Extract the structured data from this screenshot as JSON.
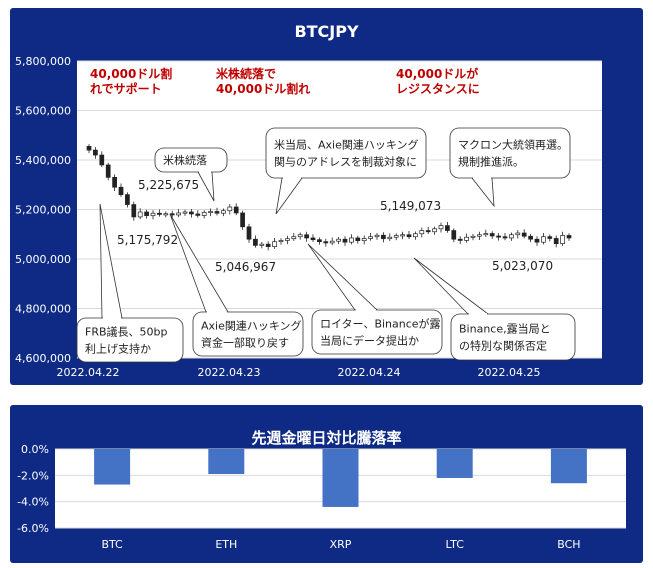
{
  "chart_data": [
    {
      "type": "candlestick",
      "title": "BTCJPY",
      "ylim": [
        4600000,
        5800000
      ],
      "yticks": [
        4600000,
        4800000,
        5000000,
        5200000,
        5400000,
        5600000,
        5800000
      ],
      "ytick_labels": [
        "4,600,000",
        "4,800,000",
        "5,000,000",
        "5,200,000",
        "5,400,000",
        "5,600,000",
        "5,800,000"
      ],
      "xtick_labels": [
        "2022.04.22",
        "2022.04.23",
        "2022.04.24",
        "2022.04.25"
      ],
      "price_labels": [
        "5,225,675",
        "5,175,792",
        "5,046,967",
        "5,149,073",
        "5,023,070"
      ],
      "red_annotations": [
        "40,000ドル割\nれでサポート",
        "米株続落で\n40,000ドル割れ",
        "40,000ドルが\nレジスタンスに"
      ],
      "callouts": [
        "FRB議長、50bp\n利上げ支持か",
        "米株続落",
        "Axie関連ハッキング\n資金一部取り戻す",
        "ロイター、Binanceが露\n当局にデータ提出か",
        "米当局、Axie関連ハッキング\n関与のアドレスを制裁対象に",
        "マクロン大統領再選。\n規制推進派。",
        "Binance,露当局と\nの特別な関係否定"
      ],
      "series": [
        {
          "values": [
            5440000,
            5420000,
            5380000,
            5330000,
            5290000,
            5260000,
            5220000,
            5170000,
            5190000,
            5175000,
            5185000,
            5180000,
            5183000,
            5178000,
            5186000,
            5190000,
            5182000,
            5176000,
            5188000,
            5192000,
            5185000,
            5195000,
            5210000,
            5186000,
            5130000,
            5080000,
            5055000,
            5060000,
            5050000,
            5070000,
            5075000,
            5082000,
            5090000,
            5098000,
            5085000,
            5078000,
            5070000,
            5065000,
            5072000,
            5080000,
            5068000,
            5085000,
            5074000,
            5083000,
            5090000,
            5096000,
            5082000,
            5088000,
            5095000,
            5098000,
            5090000,
            5102000,
            5115000,
            5110000,
            5122000,
            5135000,
            5115000,
            5080000,
            5075000,
            5088000,
            5092000,
            5098000,
            5103000,
            5093000,
            5090000,
            5085000,
            5098000,
            5105000,
            5092000,
            5080000,
            5068000,
            5090000,
            5083000,
            5062000,
            5095000,
            5085000
          ]
        }
      ]
    },
    {
      "type": "bar",
      "title": "先週金曜日対比騰落率",
      "categories": [
        "BTC",
        "ETH",
        "XRP",
        "LTC",
        "BCH"
      ],
      "values": [
        -2.7,
        -1.9,
        -4.4,
        -2.2,
        -2.6
      ],
      "ylim": [
        -6.0,
        0.0
      ],
      "ytick_labels": [
        "0.0%",
        "-2.0%",
        "-4.0%",
        "-6.0%"
      ],
      "bar_color": "#4472c4"
    }
  ]
}
